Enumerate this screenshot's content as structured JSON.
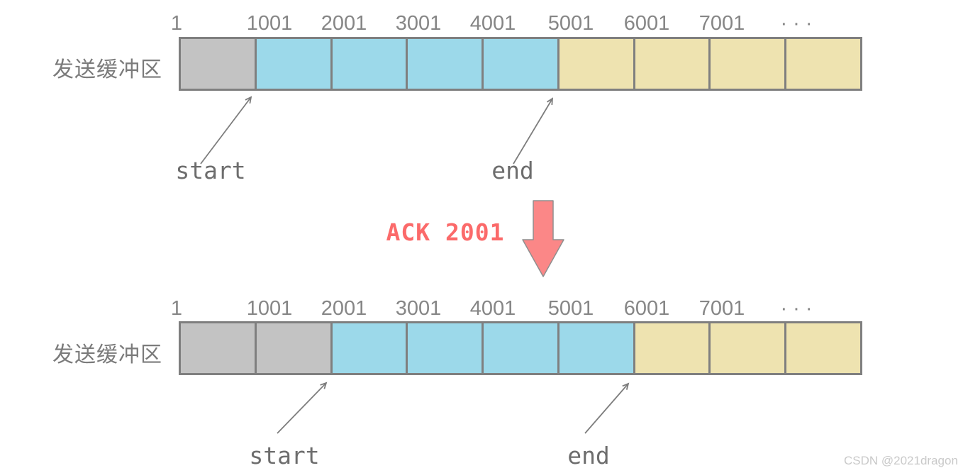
{
  "colors": {
    "cell_gray": "#c3c3c3",
    "cell_blue": "#9cd9ea",
    "cell_yellow": "#eee3b0",
    "border_gray": "#7f7f7f",
    "label_gray": "#7b7b7b",
    "tick_gray": "#868686",
    "pointer_gray": "#6d6d6d",
    "ack_red": "#fb6a6a",
    "arrow_red_fill": "#fb8787",
    "arrow_red_stroke": "#8f8f8f",
    "arrow_gray": "#7d7d7d",
    "watermark_gray": "#c9c9c9"
  },
  "before": {
    "label": "发送缓冲区",
    "ticks": [
      "1",
      "1001",
      "2001",
      "3001",
      "4001",
      "5001",
      "6001",
      "7001",
      "· · ·"
    ],
    "cells": [
      "cell_gray",
      "cell_blue",
      "cell_blue",
      "cell_blue",
      "cell_blue",
      "cell_yellow",
      "cell_yellow",
      "cell_yellow",
      "cell_yellow"
    ],
    "start_label": "start",
    "end_label": "end"
  },
  "transition": {
    "ack_label": "ACK 2001"
  },
  "after": {
    "label": "发送缓冲区",
    "ticks": [
      "1",
      "1001",
      "2001",
      "3001",
      "4001",
      "5001",
      "6001",
      "7001",
      "· · ·"
    ],
    "cells": [
      "cell_gray",
      "cell_gray",
      "cell_blue",
      "cell_blue",
      "cell_blue",
      "cell_blue",
      "cell_yellow",
      "cell_yellow",
      "cell_yellow"
    ],
    "start_label": "start",
    "end_label": "end"
  },
  "watermark": "CSDN @2021dragon"
}
